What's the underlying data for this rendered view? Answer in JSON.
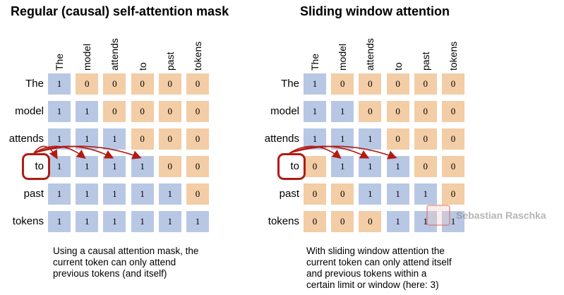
{
  "panels": [
    {
      "title": "Regular (causal) self-attention mask",
      "tokens": [
        "The",
        "model",
        "attends",
        "to",
        "past",
        "tokens"
      ],
      "matrix": [
        [
          1,
          0,
          0,
          0,
          0,
          0
        ],
        [
          1,
          1,
          0,
          0,
          0,
          0
        ],
        [
          1,
          1,
          1,
          0,
          0,
          0
        ],
        [
          1,
          1,
          1,
          1,
          0,
          0
        ],
        [
          1,
          1,
          1,
          1,
          1,
          0
        ],
        [
          1,
          1,
          1,
          1,
          1,
          1
        ]
      ],
      "highlight_row": 3,
      "attend_to": [
        0,
        1,
        2,
        3
      ],
      "caption": [
        "Using a causal attention mask, the",
        "current token can only attend",
        "previous tokens (and itself)"
      ]
    },
    {
      "title": "Sliding window attention",
      "tokens": [
        "The",
        "model",
        "attends",
        "to",
        "past",
        "tokens"
      ],
      "matrix": [
        [
          1,
          0,
          0,
          0,
          0,
          0
        ],
        [
          1,
          1,
          0,
          0,
          0,
          0
        ],
        [
          1,
          1,
          1,
          0,
          0,
          0
        ],
        [
          0,
          1,
          1,
          1,
          0,
          0
        ],
        [
          0,
          0,
          1,
          1,
          1,
          0
        ],
        [
          0,
          0,
          0,
          1,
          1,
          1
        ]
      ],
      "highlight_row": 3,
      "attend_to": [
        1,
        2,
        3
      ],
      "caption": [
        "With sliding window attention the",
        "current token can only attend itself",
        "and previous tokens within a",
        "certain limit or window (here: 3)"
      ]
    }
  ],
  "colors": {
    "attend": "#b8c8e4",
    "masked": "#f2cda6",
    "highlight": "#b01c14"
  },
  "watermark": {
    "text": "Sebastian Raschka"
  }
}
